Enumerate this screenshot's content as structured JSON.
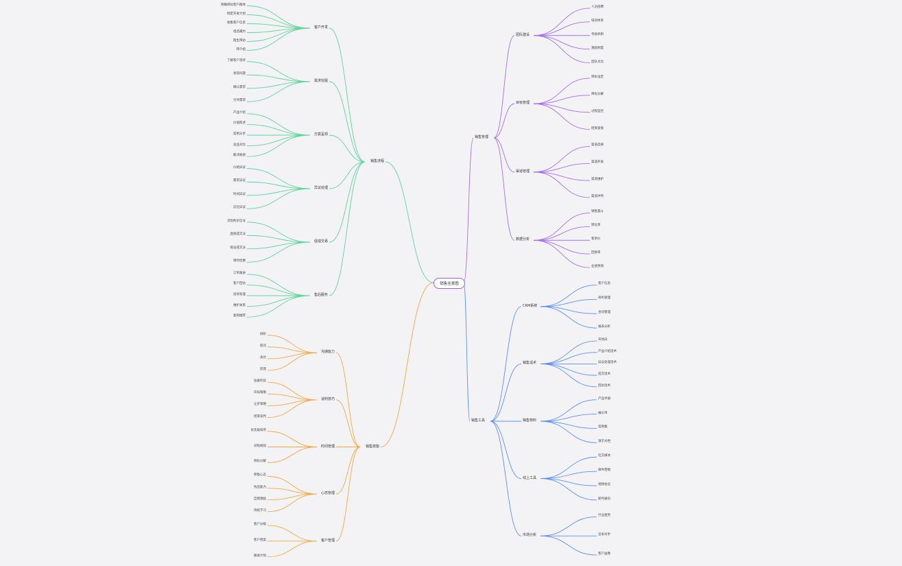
{
  "root": "销售全景图",
  "colors": {
    "green": "#5fd49a",
    "orange": "#f5a640",
    "purple": "#a56cf0",
    "blue": "#5b8ff5",
    "root_border": "#9b5cf0"
  },
  "branches": [
    {
      "name": "销售流程",
      "side": "left",
      "color": "green",
      "groups": [
        {
          "label": "客户开发",
          "leaves": [
            "明确目标客户群体",
            "制定开发计划",
            "收集客户信息",
            "电话邀约",
            "陌生拜访",
            "转介绍"
          ]
        },
        {
          "label": "需求挖掘",
          "leaves": [
            "了解客户现状",
            "发现问题",
            "确认需求",
            "引导需求"
          ]
        },
        {
          "label": "方案呈现",
          "leaves": [
            "产品介绍",
            "价值陈述",
            "案例分享",
            "竞品对比",
            "解决顾虑"
          ]
        },
        {
          "label": "异议处理",
          "leaves": [
            "价格异议",
            "需求异议",
            "时间异议",
            "信任异议"
          ]
        },
        {
          "label": "促成交易",
          "leaves": [
            "识别购买信号",
            "直接成交法",
            "假设成交法",
            "限时优惠"
          ]
        },
        {
          "label": "售后服务",
          "leaves": [
            "订单跟进",
            "客户回访",
            "投诉处理",
            "维护关系",
            "复购推荐"
          ]
        }
      ]
    },
    {
      "name": "销售技能",
      "side": "left",
      "color": "orange",
      "groups": [
        {
          "label": "沟通能力",
          "leaves": [
            "倾听",
            "提问",
            "表达",
            "反馈"
          ]
        },
        {
          "label": "谈判技巧",
          "leaves": [
            "准备阶段",
            "开局策略",
            "让步策略",
            "结束谈判"
          ]
        },
        {
          "label": "时间管理",
          "leaves": [
            "优先级排序",
            "日程规划",
            "目标分解"
          ]
        },
        {
          "label": "心态管理",
          "leaves": [
            "积极心态",
            "抗压能力",
            "自我激励",
            "持续学习"
          ]
        },
        {
          "label": "客户管理",
          "leaves": [
            "客户分级",
            "客户档案",
            "跟进计划"
          ]
        }
      ]
    },
    {
      "name": "销售管理",
      "side": "right",
      "color": "purple",
      "groups": [
        {
          "label": "团队建设",
          "leaves": [
            "人员招聘",
            "培训体系",
            "考核机制",
            "激励制度",
            "团队文化"
          ]
        },
        {
          "label": "目标管理",
          "leaves": [
            "目标设定",
            "目标分解",
            "过程监控",
            "结果复盘"
          ]
        },
        {
          "label": "渠道管理",
          "leaves": [
            "渠道选择",
            "渠道开发",
            "渠道维护",
            "渠道冲突"
          ]
        },
        {
          "label": "数据分析",
          "leaves": [
            "销售漏斗",
            "转化率",
            "客单价",
            "回款率",
            "业绩预测"
          ]
        }
      ]
    },
    {
      "name": "销售工具",
      "side": "right",
      "color": "blue",
      "groups": [
        {
          "label": "CRM系统",
          "leaves": [
            "客户信息",
            "商机管理",
            "合同管理",
            "报表分析"
          ]
        },
        {
          "label": "销售话术",
          "leaves": [
            "开场白",
            "产品介绍话术",
            "异议处理话术",
            "成交话术",
            "回访话术"
          ]
        },
        {
          "label": "销售物料",
          "leaves": [
            "产品手册",
            "报价单",
            "案例集",
            "演示文档"
          ]
        },
        {
          "label": "线上工具",
          "leaves": [
            "社交媒体",
            "邮件营销",
            "视频会议",
            "即时通讯"
          ]
        },
        {
          "label": "市场分析",
          "leaves": [
            "行业趋势",
            "竞争对手",
            "客户画像"
          ]
        }
      ]
    }
  ]
}
